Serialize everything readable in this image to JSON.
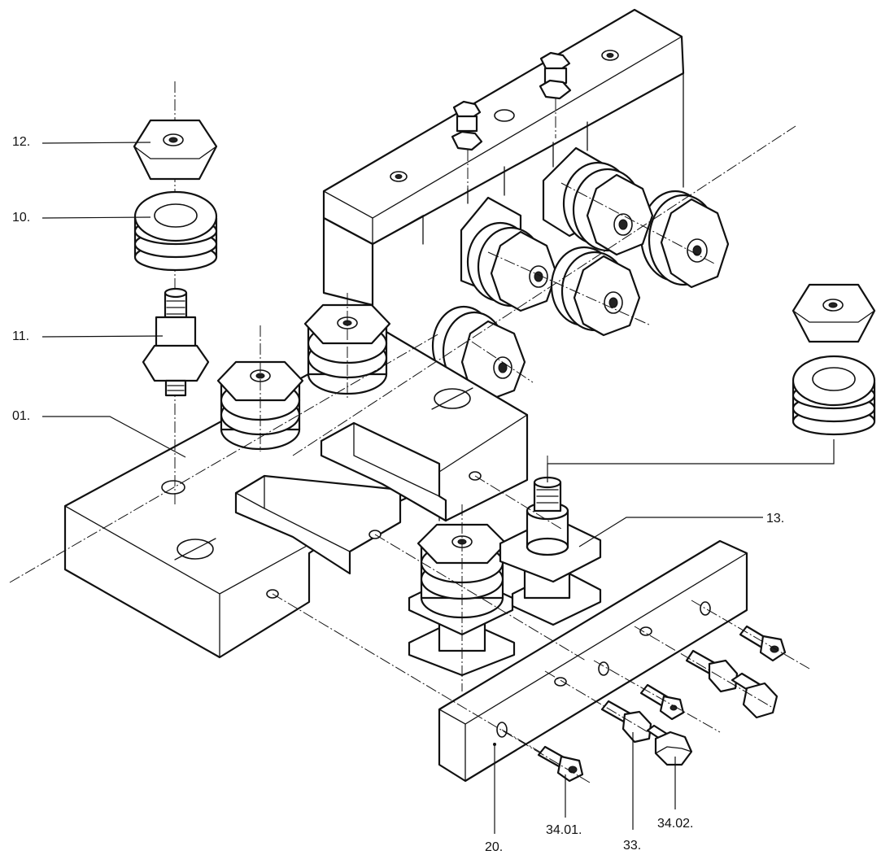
{
  "diagram": {
    "labels": {
      "part_12": "12.",
      "part_10": "10.",
      "part_11": "11.",
      "part_01": "01.",
      "part_13": "13.",
      "part_20": "20.",
      "part_34_01": "34.01.",
      "part_33": "33.",
      "part_34_02": "34.02."
    },
    "colors": {
      "ink": "#111111",
      "paper": "#ffffff"
    }
  }
}
